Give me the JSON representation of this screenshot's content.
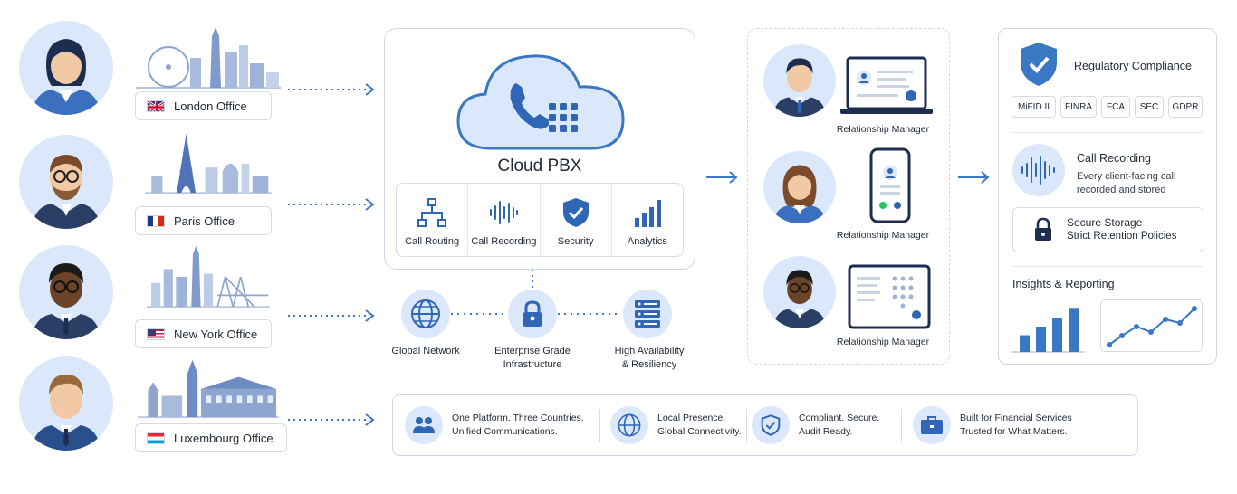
{
  "offices": [
    {
      "label": "London Office",
      "flag": "uk"
    },
    {
      "label": "Paris Office",
      "flag": "fr"
    },
    {
      "label": "New York Office",
      "flag": "us"
    },
    {
      "label": "Luxembourg Office",
      "flag": "lu"
    }
  ],
  "pbx": {
    "title": "Cloud PBX",
    "features": [
      "Call Routing",
      "Call Recording",
      "Security",
      "Analytics"
    ]
  },
  "infrastructure": [
    {
      "label_line1": "Global Network",
      "label_line2": ""
    },
    {
      "label_line1": "Enterprise Grade",
      "label_line2": "Infrastructure"
    },
    {
      "label_line1": "High Availability",
      "label_line2": "& Resiliency"
    }
  ],
  "managers": [
    "Relationship Manager",
    "Relationship Manager",
    "Relationship Manager"
  ],
  "compliance": {
    "title": "Regulatory Compliance",
    "tags": [
      "MiFID II",
      "FINRA",
      "FCA",
      "SEC",
      "GDPR"
    ],
    "recording_title": "Call Recording",
    "recording_desc_1": "Every client-facing call",
    "recording_desc_2": "recorded and stored",
    "storage_title": "Secure Storage",
    "storage_desc": "Strict Retention Policies",
    "insights_title": "Insights & Reporting",
    "bar_levels": [
      0.33,
      0.5,
      0.67,
      0.87
    ]
  },
  "banner": [
    {
      "line1": "One Platform. Three Countries.",
      "line2": "Unified Communications."
    },
    {
      "line1": "Local Presence.",
      "line2": "Global Connectivity."
    },
    {
      "line1": "Compliant. Secure.",
      "line2": "Audit Ready."
    },
    {
      "line1": "Built for Financial Services",
      "line2": "Trusted for What Matters."
    }
  ],
  "colors": {
    "accent": "#3b78c4",
    "light": "#dbe8fb",
    "border": "#cfd8e6"
  }
}
